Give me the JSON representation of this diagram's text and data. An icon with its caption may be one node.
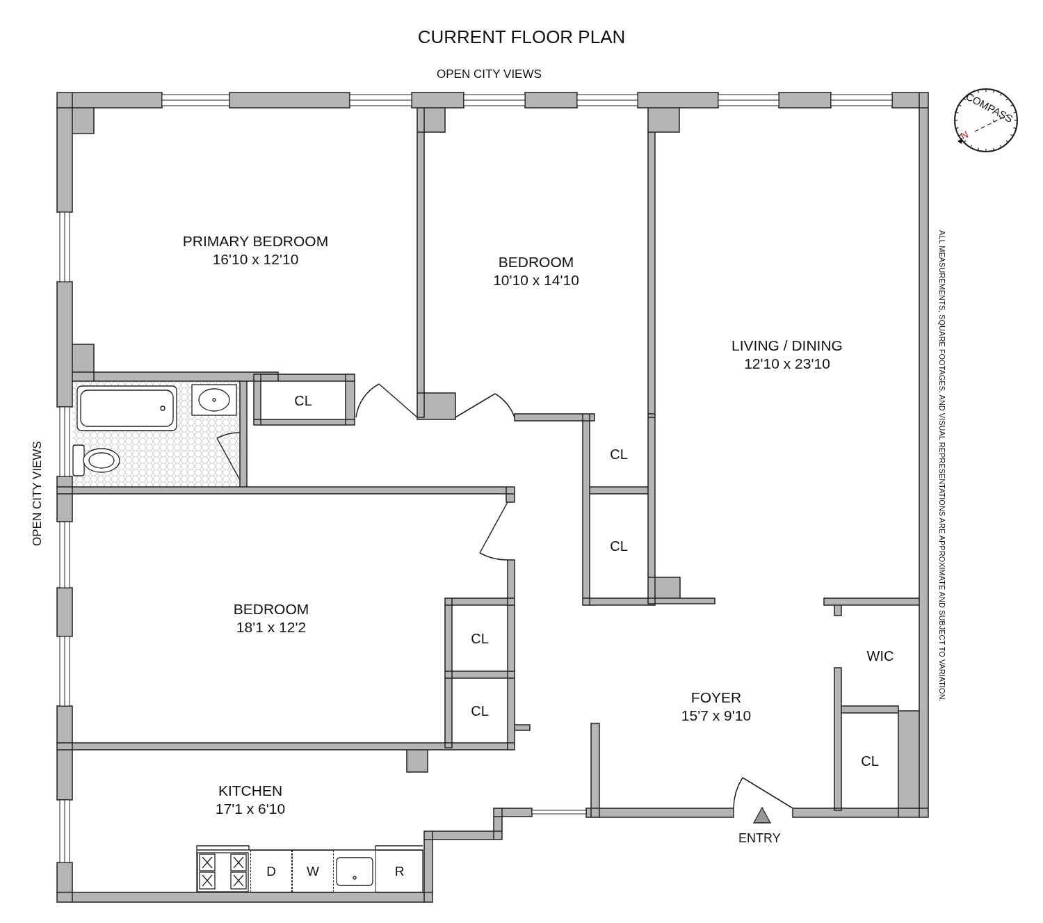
{
  "diagram": {
    "title": "CURRENT FLOOR PLAN",
    "nodes": [
      {
        "text": [
          "PRIMARY BEDROOM",
          "16'10 x 12'10"
        ]
      },
      {
        "text": [
          "BEDROOM",
          "10'10 x 14'10"
        ]
      },
      {
        "text": [
          "LIVING / DINING",
          "12'10 x 23'10"
        ]
      },
      {
        "text": [
          "CL"
        ]
      },
      {
        "text": [
          "CL"
        ]
      },
      {
        "text": [
          "CL"
        ]
      },
      {
        "text": [
          "BEDROOM",
          "18'1 x 12'2"
        ]
      },
      {
        "text": [
          "CL"
        ]
      },
      {
        "text": [
          "CL"
        ]
      },
      {
        "text": [
          "WIC"
        ]
      },
      {
        "text": [
          "FOYER",
          "15'7 x 9'10"
        ]
      },
      {
        "text": [
          "CL"
        ]
      },
      {
        "text": [
          "KITCHEN",
          "17'1 x 6'10"
        ]
      },
      {
        "text": [
          "D"
        ]
      },
      {
        "text": [
          "W"
        ]
      },
      {
        "text": [
          "R"
        ]
      },
      {
        "text": [
          "COMPASS",
          "N"
        ]
      }
    ],
    "labels": [
      "OPEN CITY VIEWS",
      "OPEN CITY VIEWS",
      "ENTRY",
      "ALL MEASUREMENTS, SQUARE FOOTAGES, AND VISUAL REPRESENTATIONS ARE APPROXIMATE AND SUBJECT TO VARIATION."
    ]
  }
}
